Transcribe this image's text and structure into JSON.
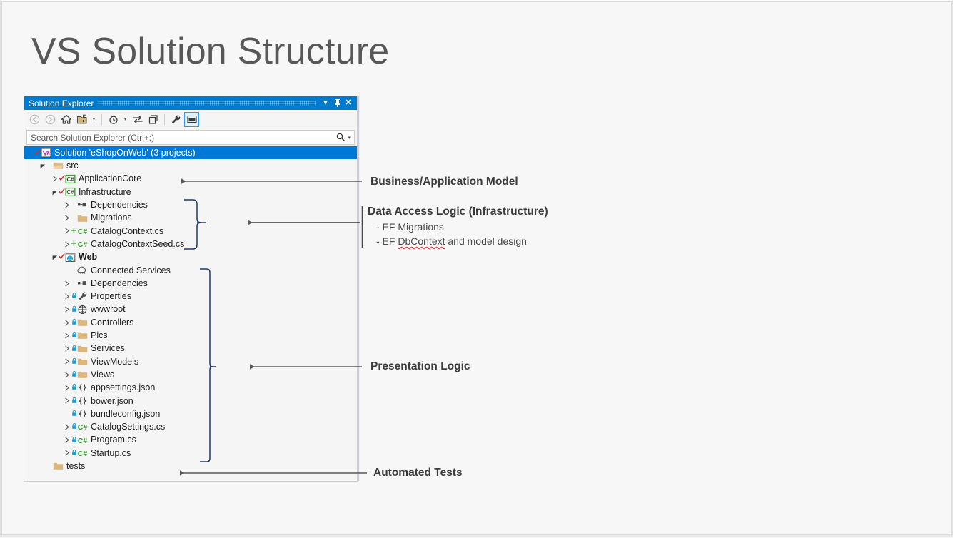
{
  "page_title": "VS Solution Structure",
  "window": {
    "title": "Solution Explorer",
    "buttons": {
      "dropdown": "▾",
      "pin": "⚲",
      "close": "✕"
    },
    "toolbar": [
      {
        "name": "back-button",
        "glyph": "‹",
        "state": "disabled"
      },
      {
        "name": "forward-button",
        "glyph": "›",
        "state": "disabled"
      },
      {
        "name": "home-button",
        "glyph": "home",
        "state": "enabled"
      },
      {
        "name": "pending-changes-button",
        "glyph": "folder-sync",
        "state": "enabled"
      },
      {
        "name": "pending-changes-dropdown",
        "glyph": "▾",
        "state": "enabled"
      },
      {
        "name": "show-all-files-button",
        "glyph": "clock",
        "state": "enabled"
      },
      {
        "name": "show-all-files-dropdown",
        "glyph": "▾",
        "state": "enabled"
      },
      {
        "name": "sync-with-active-document-button",
        "glyph": "sync-arrows",
        "state": "enabled"
      },
      {
        "name": "collapse-all-button",
        "glyph": "copy",
        "state": "enabled"
      },
      {
        "name": "properties-button",
        "glyph": "wrench",
        "state": "enabled"
      },
      {
        "name": "preview-selected-items-button",
        "glyph": "dash",
        "state": "selected"
      }
    ],
    "search": {
      "placeholder": "Search Solution Explorer (Ctrl+;)",
      "value": "",
      "icon": "search-icon",
      "dropdown": "▾"
    }
  },
  "tree": [
    {
      "id": "solution",
      "indent": 0,
      "label": "Solution 'eShopOnWeb' (3 projects)",
      "icon": "vs-solution-icon",
      "expander": "none",
      "check": true,
      "selected": true,
      "bold": false
    },
    {
      "id": "src",
      "indent": 1,
      "label": "src",
      "icon": "folder-open-icon",
      "expander": "open",
      "bold": false
    },
    {
      "id": "applicationcore",
      "indent": 2,
      "label": "ApplicationCore",
      "icon": "csharp-project-icon",
      "expander": "closed",
      "check": true,
      "bold": false
    },
    {
      "id": "infrastructure",
      "indent": 2,
      "label": "Infrastructure",
      "icon": "csharp-project-icon",
      "expander": "open",
      "check": true,
      "bold": false
    },
    {
      "id": "infra-dependencies",
      "indent": 3,
      "label": "Dependencies",
      "icon": "dependencies-icon",
      "expander": "closed",
      "bold": false
    },
    {
      "id": "infra-migrations",
      "indent": 3,
      "label": "Migrations",
      "icon": "folder-icon",
      "expander": "closed",
      "bold": false
    },
    {
      "id": "catalogcontext",
      "indent": 3,
      "label": "CatalogContext.cs",
      "icon": "csharp-file-icon",
      "expander": "closed",
      "plus": true,
      "bold": false
    },
    {
      "id": "catalogcontextseed",
      "indent": 3,
      "label": "CatalogContextSeed.cs",
      "icon": "csharp-file-icon",
      "expander": "closed",
      "plus": true,
      "bold": false
    },
    {
      "id": "web",
      "indent": 2,
      "label": "Web",
      "icon": "web-project-icon",
      "expander": "open",
      "check": true,
      "bold": true
    },
    {
      "id": "connected-services",
      "indent": 3,
      "label": "Connected Services",
      "icon": "connected-services-icon",
      "expander": "none",
      "bold": false
    },
    {
      "id": "web-dependencies",
      "indent": 3,
      "label": "Dependencies",
      "icon": "dependencies-icon",
      "expander": "closed",
      "bold": false
    },
    {
      "id": "properties",
      "indent": 3,
      "label": "Properties",
      "icon": "wrench-icon",
      "expander": "closed",
      "lock": true,
      "bold": false
    },
    {
      "id": "wwwroot",
      "indent": 3,
      "label": "wwwroot",
      "icon": "globe-icon",
      "expander": "closed",
      "lock": true,
      "bold": false
    },
    {
      "id": "controllers",
      "indent": 3,
      "label": "Controllers",
      "icon": "folder-icon",
      "expander": "closed",
      "lock": true,
      "bold": false
    },
    {
      "id": "pics",
      "indent": 3,
      "label": "Pics",
      "icon": "folder-icon",
      "expander": "closed",
      "lock": true,
      "bold": false
    },
    {
      "id": "services",
      "indent": 3,
      "label": "Services",
      "icon": "folder-icon",
      "expander": "closed",
      "lock": true,
      "bold": false
    },
    {
      "id": "viewmodels",
      "indent": 3,
      "label": "ViewModels",
      "icon": "folder-icon",
      "expander": "closed",
      "lock": true,
      "bold": false
    },
    {
      "id": "views",
      "indent": 3,
      "label": "Views",
      "icon": "folder-icon",
      "expander": "closed",
      "lock": true,
      "bold": false
    },
    {
      "id": "appsettings",
      "indent": 3,
      "label": "appsettings.json",
      "icon": "json-file-icon",
      "expander": "closed",
      "lock": true,
      "bold": false
    },
    {
      "id": "bower",
      "indent": 3,
      "label": "bower.json",
      "icon": "json-file-icon",
      "expander": "closed",
      "lock": true,
      "bold": false
    },
    {
      "id": "bundleconfig",
      "indent": 3,
      "label": "bundleconfig.json",
      "icon": "json-file-icon",
      "expander": "none",
      "lock": true,
      "bold": false
    },
    {
      "id": "catalogsettings",
      "indent": 3,
      "label": "CatalogSettings.cs",
      "icon": "csharp-file-icon",
      "expander": "closed",
      "lock": true,
      "bold": false
    },
    {
      "id": "program",
      "indent": 3,
      "label": "Program.cs",
      "icon": "csharp-file-icon",
      "expander": "closed",
      "lock": true,
      "bold": false
    },
    {
      "id": "startup",
      "indent": 3,
      "label": "Startup.cs",
      "icon": "csharp-file-icon",
      "expander": "closed",
      "lock": true,
      "bold": false
    },
    {
      "id": "tests",
      "indent": 1,
      "label": "tests",
      "icon": "folder-icon",
      "expander": "none",
      "bold": false
    }
  ],
  "annotations": {
    "business": {
      "heading": "Business/Application Model"
    },
    "data_access": {
      "heading": "Data Access Logic (Infrastructure)",
      "bullet1": "-  EF Migrations",
      "bullet2_pre": "-  EF ",
      "bullet2_term": "DbContext",
      "bullet2_post": " and model design"
    },
    "presentation": {
      "heading": "Presentation Logic"
    },
    "tests": {
      "heading": "Automated Tests"
    }
  },
  "colors": {
    "titlebar": "#007acc",
    "selection": "#0078d7",
    "bracket": "#1f3864",
    "arrow": "#595959",
    "csharp_green": "#3f9c35",
    "checkmark_red": "#c4342b",
    "lock_blue": "#1a9ad7",
    "folder": "#dcb67a"
  }
}
